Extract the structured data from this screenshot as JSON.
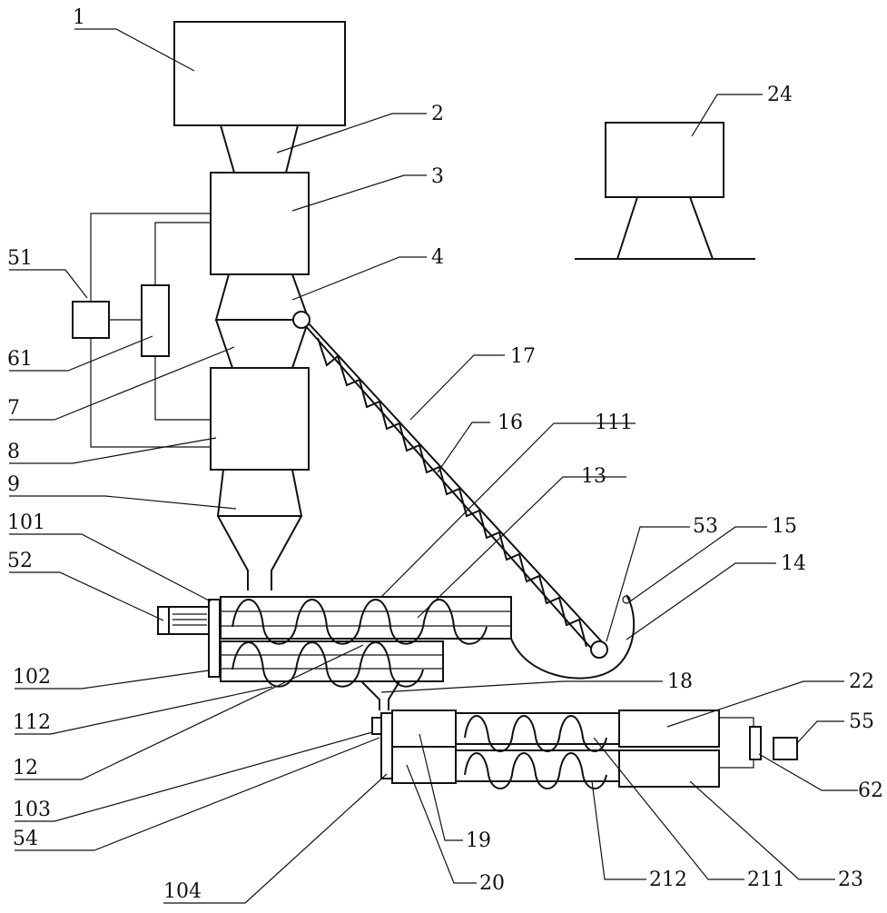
{
  "diagram": {
    "labels": [
      "1",
      "2",
      "3",
      "4",
      "51",
      "61",
      "7",
      "8",
      "9",
      "101",
      "52",
      "102",
      "112",
      "12",
      "103",
      "54",
      "104",
      "17",
      "16",
      "111",
      "13",
      "53",
      "15",
      "14",
      "18",
      "22",
      "55",
      "62",
      "19",
      "20",
      "212",
      "211",
      "23",
      "24"
    ],
    "components": [
      "hopper-box",
      "cone-2",
      "box-3",
      "cone-4",
      "box-51",
      "box-61",
      "cone-7",
      "box-8",
      "cone-9",
      "screw-assembly-upper",
      "screw-assembly-lower",
      "inclined-conveyor",
      "return-trough",
      "secondary-screw-assembly",
      "stand-24"
    ]
  }
}
